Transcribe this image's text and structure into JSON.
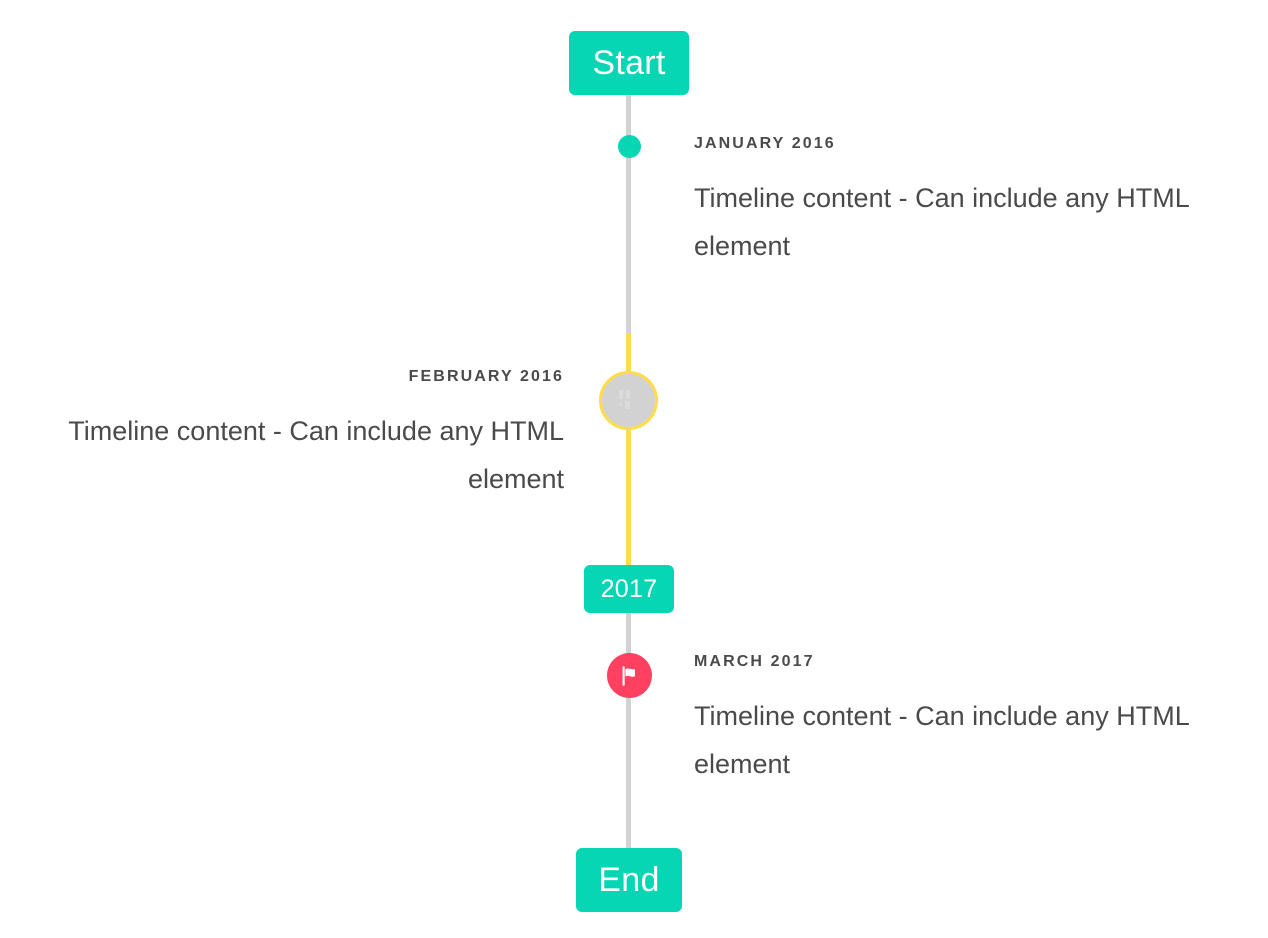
{
  "timeline": {
    "start_badge": {
      "label": "Start"
    },
    "middle_badge": {
      "label": "2017"
    },
    "end_badge": {
      "label": "End"
    },
    "colors": {
      "accent_teal": "#06d6b4",
      "accent_yellow": "#ffdc4b",
      "accent_pink": "#ff4060",
      "rail_grey": "#d2d2d2",
      "text_grey": "#4a4a4a"
    },
    "entries": [
      {
        "date": "JANUARY 2016",
        "body": "Timeline content - Can include any HTML element",
        "side": "right",
        "marker": "dot-icon"
      },
      {
        "date": "FEBRUARY 2016",
        "body": "Timeline content - Can include any HTML element",
        "side": "left",
        "marker": "broken-image-icon"
      },
      {
        "date": "MARCH 2017",
        "body": "Timeline content - Can include any HTML element",
        "side": "right",
        "marker": "flag-icon"
      }
    ]
  }
}
